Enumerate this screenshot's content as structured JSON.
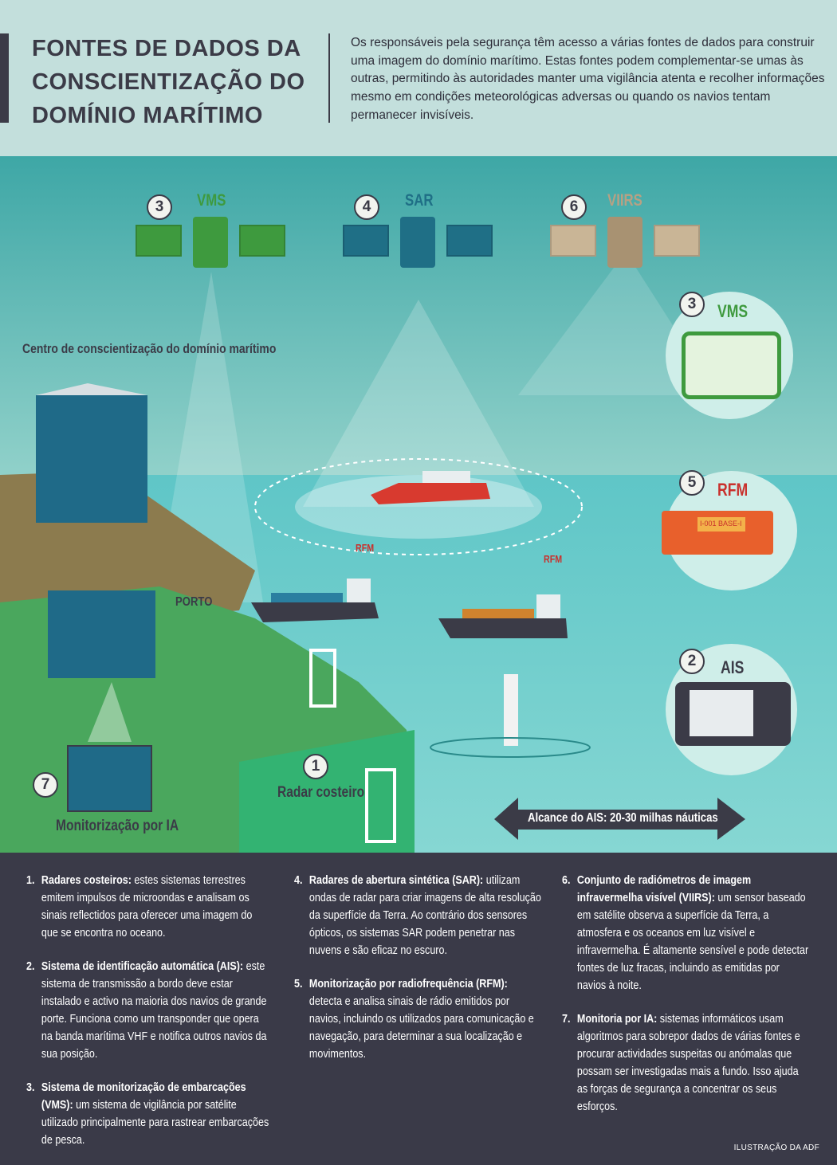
{
  "header": {
    "title": "FONTES DE DADOS DA CONSCIENTIZAÇÃO DO DOMÍNIO MARÍTIMO",
    "intro": "Os responsáveis pela segurança têm acesso a várias fontes de dados para construir uma imagem do domínio marítimo. Estas fontes podem complementar-se umas às outras, permitindo às autoridades manter uma vigilância atenta e recolher informações mesmo em condições meteorológicas adversas ou quando os navios tentam permanecer invisíveis."
  },
  "satellites": [
    {
      "num": "3",
      "label": "VMS",
      "color": "#3e9a3e"
    },
    {
      "num": "4",
      "label": "SAR",
      "color": "#1f6f86"
    },
    {
      "num": "6",
      "label": "VIIRS",
      "color": "#b7a184"
    }
  ],
  "scene": {
    "center_label": "Centro de conscientização do domínio marítimo",
    "port_label": "PORTO",
    "rfm_ship1": "RFM",
    "rfm_ship2": "RFM",
    "radar_num": "1",
    "radar_label": "Radar costeiro",
    "ai_num": "7",
    "ai_label": "Monitorização por IA",
    "range_label": "Alcance do AIS: 20-30 milhas náuticas",
    "vms_num": "3",
    "vms_label": "VMS",
    "rfm_num": "5",
    "rfm_label": "RFM",
    "radio_display": "I-001 BASE-I",
    "ais_num": "2",
    "ais_label": "AIS"
  },
  "colors": {
    "vms": "#3e9a3e",
    "sar": "#1f6f86",
    "viirs": "#b7a184",
    "rfm": "#c9302c",
    "dark": "#3b3b47"
  },
  "notes": [
    {
      "num": "1.",
      "title": "Radares costeiros:",
      "text": " estes sistemas terrestres emitem impulsos de microondas e analisam os sinais reflectidos para oferecer uma imagem do que se encontra no oceano."
    },
    {
      "num": "2.",
      "title": "Sistema de identificação automática (AIS):",
      "text": " este sistema de transmissão a bordo deve estar instalado e activo na maioria dos navios de grande porte. Funciona como um transponder que opera na banda marítima VHF e notifica outros navios da sua posição."
    },
    {
      "num": "3.",
      "title": "Sistema de monitorização de embarcações (VMS):",
      "text": " um sistema de vigilância por satélite utilizado principalmente para rastrear embarcações de pesca."
    },
    {
      "num": "4.",
      "title": "Radares de abertura sintética (SAR):",
      "text": " utilizam ondas de radar para criar imagens de alta resolução da superfície da Terra. Ao contrário dos sensores ópticos, os sistemas SAR podem penetrar nas nuvens e são eficaz no escuro."
    },
    {
      "num": "5.",
      "title": "Monitorização por radiofrequência (RFM):",
      "text": " detecta e analisa sinais de rádio emitidos por navios, incluindo os utilizados para comunicação e navegação, para determinar a sua localização e movimentos."
    },
    {
      "num": "6.",
      "title": "Conjunto de radiómetros de imagem infravermelha visível (VIIRS):",
      "text": " um sensor baseado em satélite observa a superfície da Terra, a atmosfera e os oceanos em luz visível e infravermelha. É altamente sensível e pode detectar fontes de luz fracas, incluindo as emitidas por navios à noite."
    },
    {
      "num": "7.",
      "title": "Monitoria por IA:",
      "text": " sistemas informáticos usam algoritmos para sobrepor dados de várias fontes e procurar actividades suspeitas ou anómalas que possam ser investigadas mais a fundo. Isso ajuda as forças de segurança a concentrar os seus esforços."
    }
  ],
  "credit": "ILUSTRAÇÃO DA ADF"
}
